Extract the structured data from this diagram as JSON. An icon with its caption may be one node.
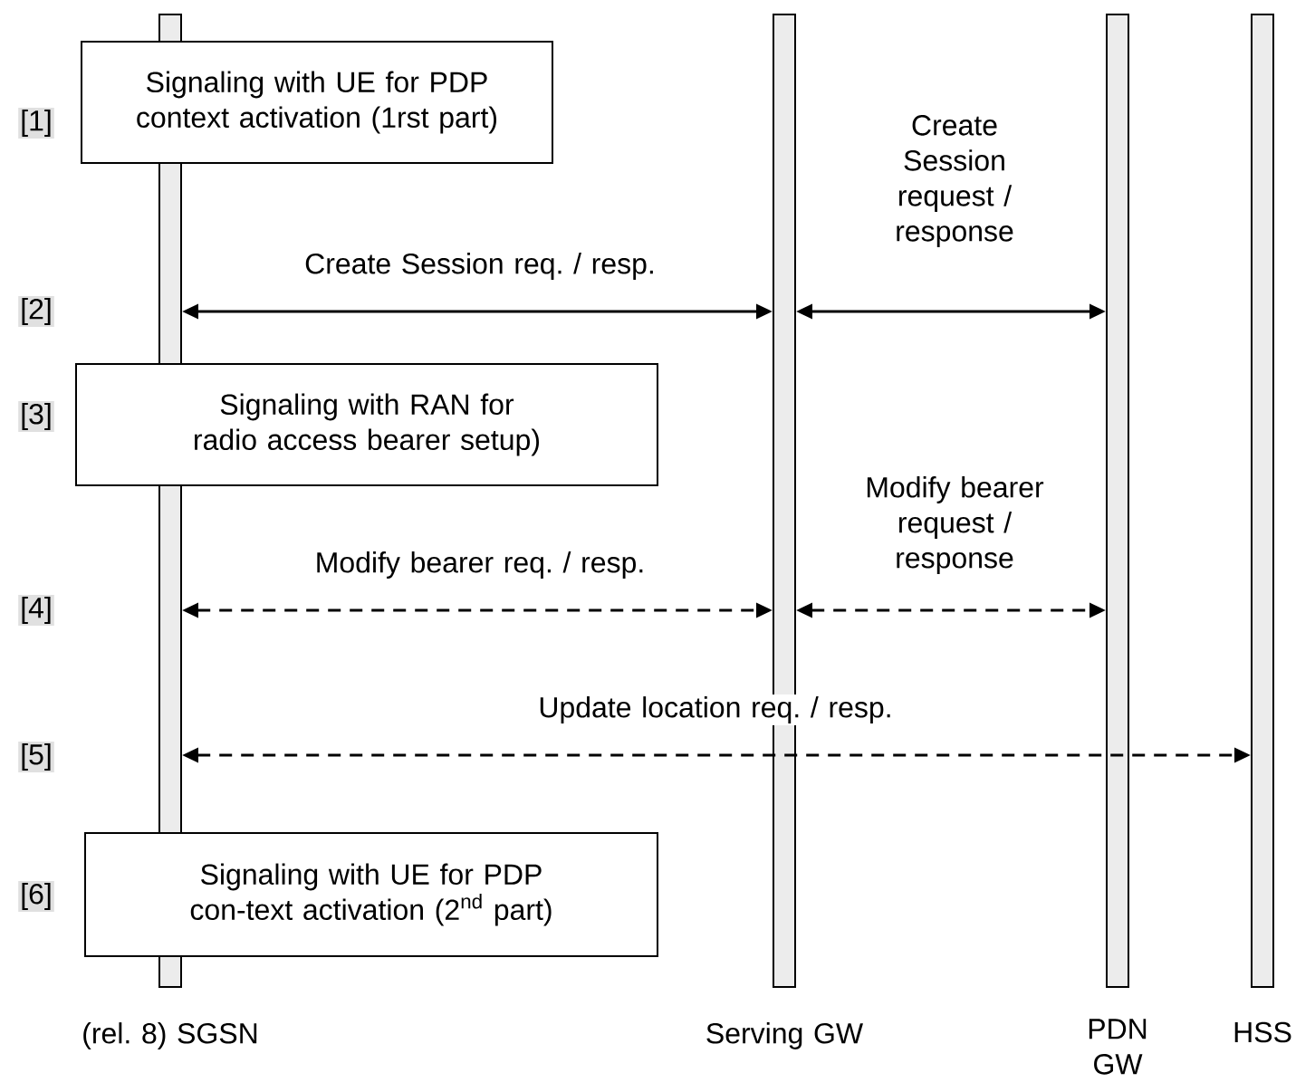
{
  "diagram": {
    "nodes": [
      {
        "text": [],
        "shape": "bar",
        "beside": [
          "(rel. 8) SGSN"
        ]
      },
      {
        "text": [],
        "shape": "bar",
        "beside": [
          "Serving GW"
        ]
      },
      {
        "text": [],
        "shape": "bar",
        "beside": [
          "PDN GW"
        ]
      },
      {
        "text": [],
        "shape": "bar",
        "beside": [
          "HSS"
        ]
      },
      {
        "text": [
          "Signaling with UE for PDP context activation (1rst part)"
        ]
      },
      {
        "text": [
          "Signaling with RAN for radio access bearer setup)"
        ]
      },
      {
        "text": [
          "Signaling with UE for PDP con-text activation (2$^{nd}$ part)"
        ]
      }
    ],
    "edges": [
      {
        "from": 0,
        "to": 1,
        "arrow": "both",
        "label": "Create Session req. / resp."
      },
      {
        "from": 1,
        "to": 2,
        "arrow": "both",
        "label": "Create Session request / response"
      },
      {
        "from": 0,
        "to": 1,
        "arrow": "both",
        "label": "Modify bearer req. / resp.",
        "style": "dashed"
      },
      {
        "from": 1,
        "to": 2,
        "arrow": "both",
        "label": "Modify bearer request / response",
        "style": "dashed"
      },
      {
        "from": 0,
        "to": 3,
        "arrow": "both",
        "label": "Update location req. / resp.",
        "style": "dashed"
      }
    ],
    "labels": [
      "[1]",
      "[2]",
      "[3]",
      "[4]",
      "[5]",
      "[6]"
    ]
  }
}
